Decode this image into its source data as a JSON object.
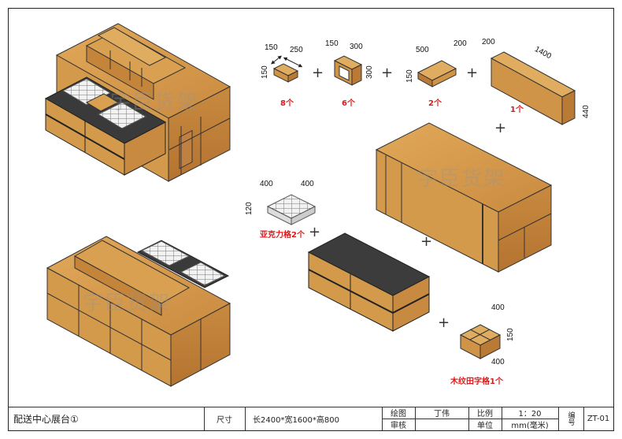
{
  "watermark": "宇臣货架",
  "components": [
    {
      "id": "box-small",
      "dims": [
        "150",
        "250",
        "150"
      ],
      "qty": "8个"
    },
    {
      "id": "cube-open",
      "dims": [
        "150",
        "300",
        "300"
      ],
      "qty": "6个"
    },
    {
      "id": "box-long",
      "dims": [
        "500",
        "200",
        "150"
      ],
      "qty": "2个"
    },
    {
      "id": "long-cabinet",
      "dims": [
        "200",
        "1400",
        "440"
      ],
      "qty": "1个"
    },
    {
      "id": "acrylic-grid",
      "dims": [
        "400",
        "400",
        "120"
      ],
      "qty": "亚克力格2个"
    },
    {
      "id": "wood-grid",
      "dims": [
        "400",
        "400",
        "150"
      ],
      "qty": "木纹田字格1个"
    }
  ],
  "plus": "+",
  "title_block": {
    "title": "配送中心展台①",
    "size_label": "尺寸",
    "size_value": "长2400*宽1600*高800",
    "drawn_label": "绘图",
    "drawn_value": "丁伟",
    "review_label": "审核",
    "review_value": "",
    "scale_label": "比例",
    "scale_value": "1：20",
    "unit_label": "单位",
    "unit_value": "mm(毫米)",
    "code_label": "编号",
    "code_value": "ZT-01"
  }
}
